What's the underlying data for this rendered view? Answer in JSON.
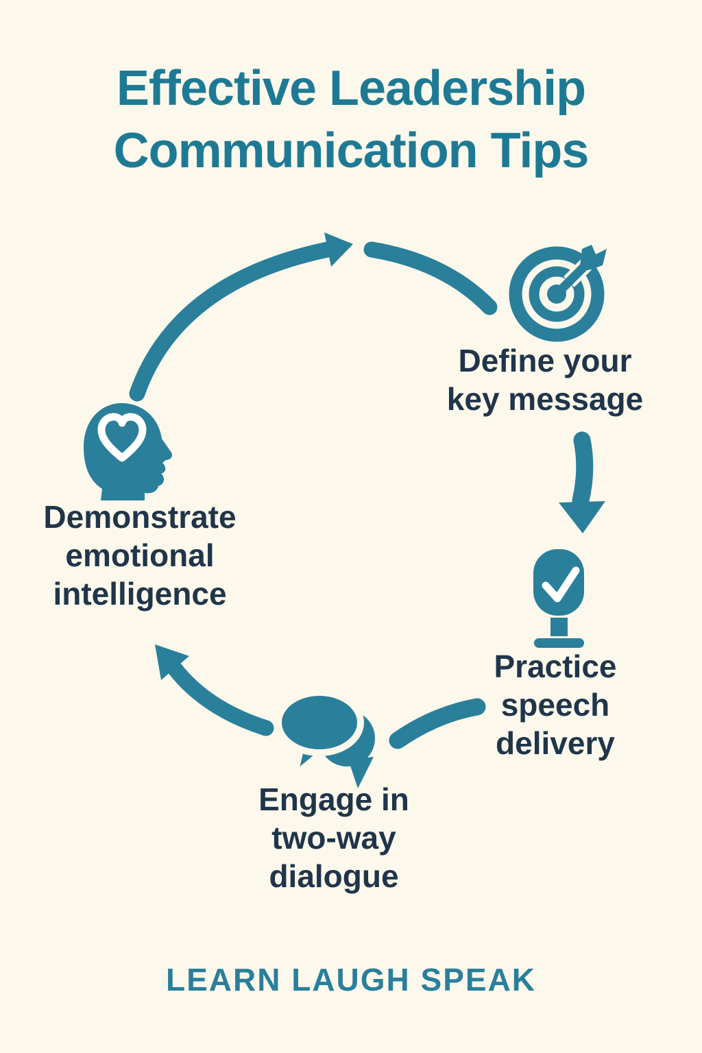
{
  "colors": {
    "background": "#FCF8EC",
    "accent_teal": "#2A7F9B",
    "title_teal": "#1E7A94",
    "text_dark": "#20354A"
  },
  "title": {
    "line1": "Effective Leadership",
    "line2": "Communication Tips"
  },
  "steps": [
    {
      "id": "define",
      "icon": "target-icon",
      "label": "Define your key message",
      "lines": [
        "Define your",
        "key message"
      ]
    },
    {
      "id": "practice",
      "icon": "microphone-check-icon",
      "label": "Practice speech delivery",
      "lines": [
        "Practice",
        "speech",
        "delivery"
      ]
    },
    {
      "id": "engage",
      "icon": "chat-bubbles-icon",
      "label": "Engage in two-way dialogue",
      "lines": [
        "Engage in",
        "two-way",
        "dialogue"
      ]
    },
    {
      "id": "demonstrate",
      "icon": "head-heart-icon",
      "label": "Demonstrate emotional intelligence",
      "lines": [
        "Demonstrate",
        "emotional",
        "intelligence"
      ]
    }
  ],
  "footer": {
    "text": "LEARN LAUGH SPEAK"
  }
}
